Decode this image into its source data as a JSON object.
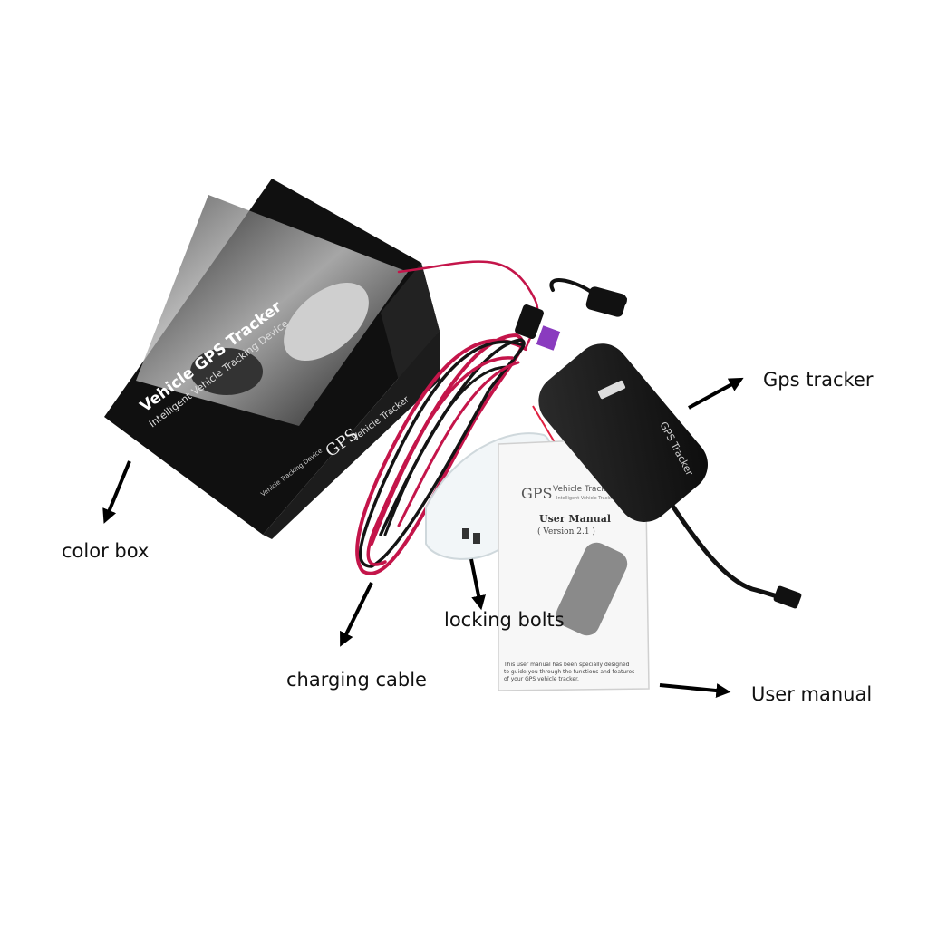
{
  "labels": {
    "color_box": "color box",
    "charging_cable": "charging cable",
    "locking_bolts": "locking bolts",
    "gps_tracker": "Gps tracker",
    "user_manual": "User manual"
  },
  "box_print": {
    "title": "Vehicle GPS Tracker",
    "subtitle": "Intelligent Vehicle Tracking Device",
    "side_logo": "GPS",
    "side_title": "Vehicle Tracker",
    "side_caption": "Vehicle Tracking Device"
  },
  "manual_print": {
    "logo": "GPS",
    "logo_title": "Vehicle Tracker",
    "logo_sub": "Intelligent Vehicle Tracking Device",
    "title": "User Manual",
    "version": "( Version 2.1 )",
    "footer_lines": [
      "This user manual has been specially designed",
      "to guide you through the functions and features",
      "of your GPS vehicle tracker."
    ]
  },
  "tracker_print": {
    "label": "GPS Tracker"
  },
  "colors": {
    "box": "#141414",
    "cable_red": "#c4154a",
    "fuse": "#8a3bbf",
    "tracker": "#1a1a1a"
  }
}
